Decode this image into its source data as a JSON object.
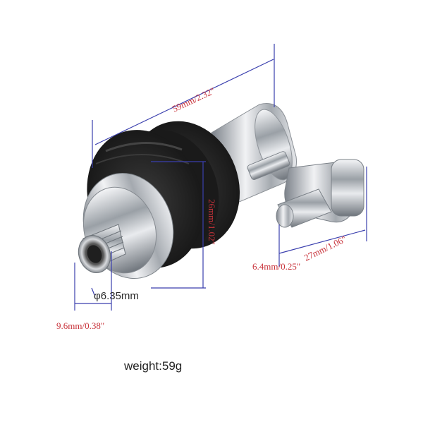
{
  "product": {
    "dimensions": {
      "length": "59mm/2.32\"",
      "cylinder_height": "26mm/1.02\"",
      "clamp_height": "27mm/1.06\"",
      "clamp_gap": "6.4mm/0.25\"",
      "thread_length": "9.6mm/0.38\"",
      "thread_diameter": "φ6.35mm"
    },
    "weight": "weight:59g"
  },
  "colors": {
    "dimension_line": "#3a3fae",
    "label": "#c8323a",
    "felt": "#1c1c1c",
    "chrome": "#c9cdd2"
  }
}
